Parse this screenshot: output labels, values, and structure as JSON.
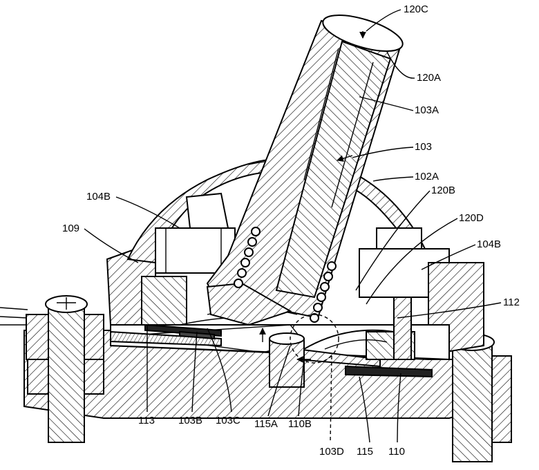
{
  "colors": {
    "ink": "#000000",
    "paper": "#ffffff"
  },
  "labels": {
    "l120C": "120C",
    "l120A": "120A",
    "l103A": "103A",
    "l103": "103",
    "l102A": "102A",
    "l104B_left": "104B",
    "l120B": "120B",
    "l120D": "120D",
    "l109": "109",
    "l104B_right": "104B",
    "l112": "112",
    "l113": "113",
    "l103B": "103B",
    "l103C": "103C",
    "l115A": "115A",
    "l110B": "110B",
    "l103D": "103D",
    "l115": "115",
    "l110": "110"
  }
}
